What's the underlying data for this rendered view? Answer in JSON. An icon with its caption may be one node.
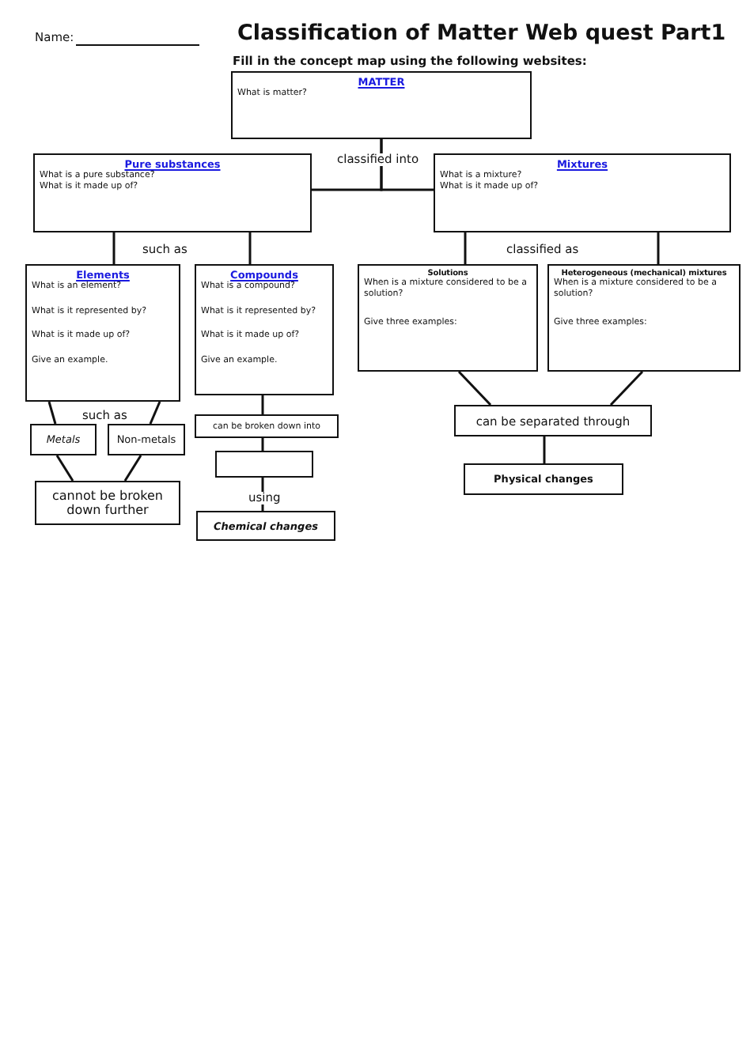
{
  "diagram": {
    "title": "Classification of Matter Web quest Part1",
    "nodes": [
      {
        "text": [
          "MATTER",
          "What is matter?"
        ]
      },
      {
        "text": [
          "Pure substances",
          "What is a pure substance?",
          "What is it made up of?"
        ]
      },
      {
        "text": [
          "Mixtures",
          "What is a mixture?",
          "What is it made up of?"
        ]
      },
      {
        "text": [
          "Elements",
          "What is an element?",
          "What is it represented by?",
          "What is it made up of?",
          "Give an example."
        ]
      },
      {
        "text": [
          "Compounds",
          "What is a compound?",
          "What is it represented by?",
          "What is it made up of?",
          "Give an example."
        ]
      },
      {
        "text": [
          "Solutions",
          "When is a mixture considered to be a solution?",
          "Give three examples:"
        ]
      },
      {
        "text": [
          "Heterogeneous (mechanical) mixtures",
          "When is a mixture considered to be a solution?",
          "Give three examples:"
        ]
      },
      {
        "text": [
          "Metals"
        ]
      },
      {
        "text": [
          "Non-metals"
        ]
      },
      {
        "text": [
          "cannot be broken down further"
        ]
      },
      {
        "text": [
          "can be broken down into"
        ]
      },
      {
        "text": [],
        "shape": "box"
      },
      {
        "text": [
          "Chemical changes"
        ]
      },
      {
        "text": [
          "can be separated through"
        ]
      },
      {
        "text": [
          "Physical changes"
        ]
      }
    ],
    "edges": [
      {
        "from": 0,
        "to": 1,
        "arrow": "none",
        "label": "classified into"
      },
      {
        "from": 0,
        "to": 2,
        "arrow": "none"
      },
      {
        "from": 1,
        "to": 3,
        "arrow": "none",
        "label": "such as"
      },
      {
        "from": 1,
        "to": 4,
        "arrow": "none"
      },
      {
        "from": 2,
        "to": 5,
        "arrow": "none",
        "label": "classified as"
      },
      {
        "from": 2,
        "to": 6,
        "arrow": "none"
      },
      {
        "from": 3,
        "to": 7,
        "arrow": "none",
        "label": "such as"
      },
      {
        "from": 3,
        "to": 8,
        "arrow": "none"
      },
      {
        "from": 7,
        "to": 9,
        "arrow": "none"
      },
      {
        "from": 8,
        "to": 9,
        "arrow": "none"
      },
      {
        "from": 4,
        "to": 10,
        "arrow": "none"
      },
      {
        "from": 10,
        "to": 11,
        "arrow": "none"
      },
      {
        "from": 11,
        "to": 12,
        "arrow": "none",
        "label": "using"
      },
      {
        "from": 5,
        "to": 13,
        "arrow": "none"
      },
      {
        "from": 6,
        "to": 13,
        "arrow": "none"
      },
      {
        "from": 13,
        "to": 14,
        "arrow": "none"
      }
    ],
    "labels": [
      "Name:",
      "Fill in the concept map using the following websites:"
    ]
  }
}
